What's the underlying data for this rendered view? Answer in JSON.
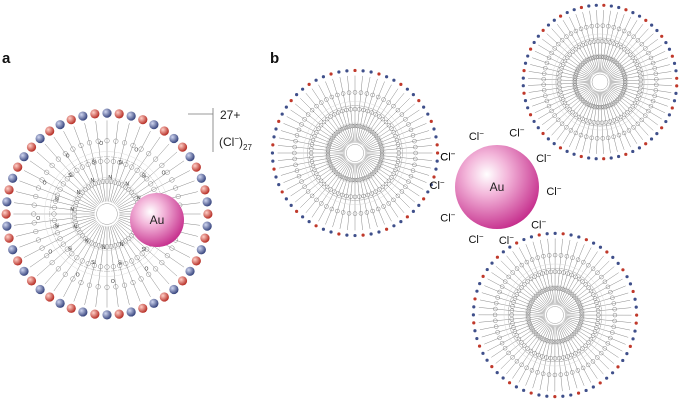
{
  "panels": {
    "a": {
      "label": "a",
      "particle_label": "Au",
      "atom_labels": [
        "N",
        "Si",
        "O"
      ]
    },
    "b": {
      "label": "b",
      "particle_label": "Au",
      "counterion": "Cl"
    }
  },
  "charge": {
    "value": "27+",
    "counterion_prefix": "(Cl",
    "counterion_sup": "−",
    "counterion_close": ")",
    "counterion_sub": "27"
  },
  "colors": {
    "gold_core": "#d6429a",
    "terminal_red": "#c0392b",
    "terminal_blue": "#3f4f8a",
    "bond_gray": "#8a8a8a"
  }
}
